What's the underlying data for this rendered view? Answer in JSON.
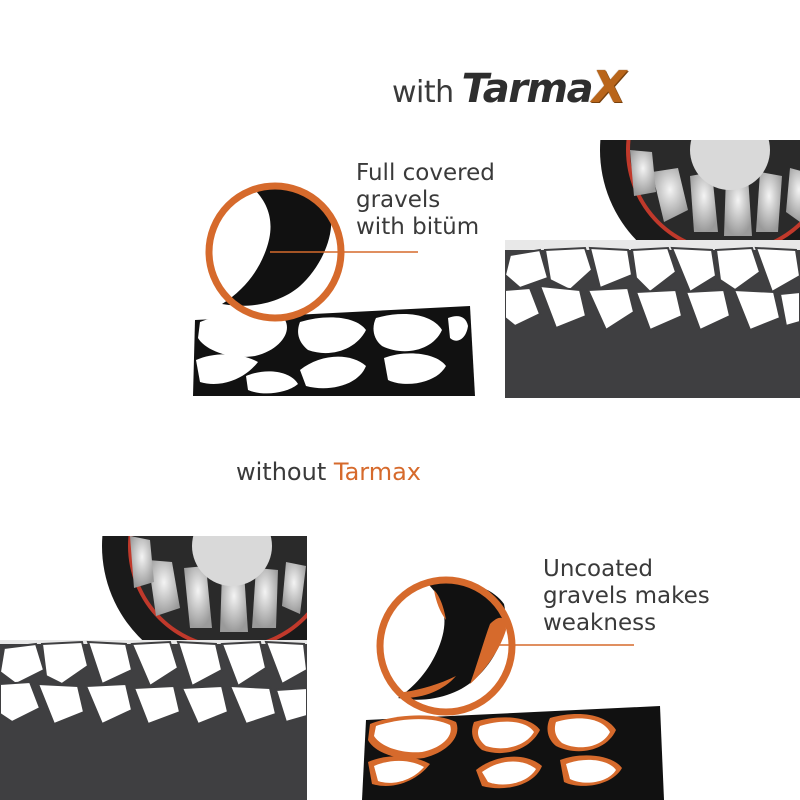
{
  "heading_with": {
    "prefix": "with",
    "brand_main": "Tarma",
    "brand_x": "X"
  },
  "heading_without": {
    "prefix": "without",
    "brand": "Tarmax"
  },
  "callout_coated": {
    "lines": [
      "Full covered",
      "gravels",
      "with bitüm"
    ]
  },
  "callout_uncoated": {
    "lines": [
      "Uncoated",
      "gravels makes",
      "weakness"
    ]
  },
  "colors": {
    "accent_orange": "#d66a2c",
    "brand_gold": "#b9651a",
    "asphalt_dark": "#3f3f41",
    "bitumen_black": "#111111",
    "text_dark": "#3a3a3a",
    "tire_red_stripe": "#c0392b"
  }
}
